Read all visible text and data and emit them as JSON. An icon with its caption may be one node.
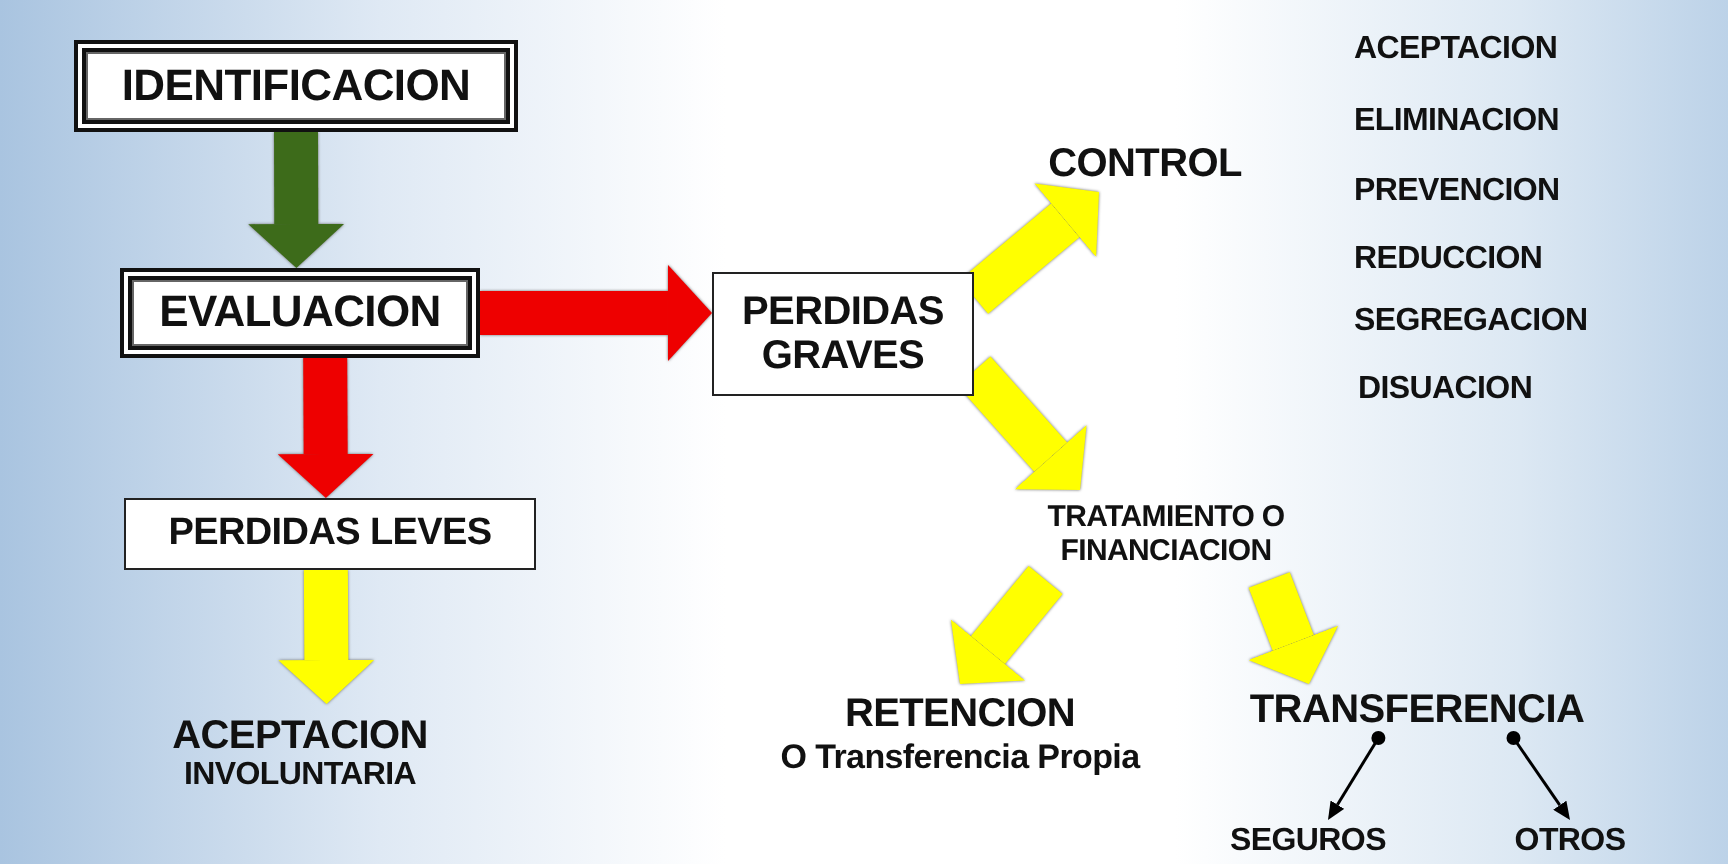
{
  "diagram": {
    "nodes": [
      {
        "text": [
          "IDENTIFICACION"
        ]
      },
      {
        "text": [
          "EVALUACION"
        ]
      },
      {
        "text": [
          "PERDIDAS LEVES"
        ]
      },
      {
        "text": [
          "ACEPTACION",
          "INVOLUNTARIA"
        ]
      },
      {
        "text": [
          "PERDIDAS GRAVES"
        ]
      },
      {
        "text": [
          "CONTROL"
        ]
      },
      {
        "text": [
          "TRATAMIENTO O FINANCIACION"
        ]
      },
      {
        "text": [
          "RETENCION",
          "O Transferencia Propia"
        ]
      },
      {
        "text": [
          "TRANSFERENCIA"
        ]
      },
      {
        "text": [
          "SEGUROS"
        ]
      },
      {
        "text": [
          "OTROS"
        ]
      }
    ],
    "edges": [
      {
        "from": 0,
        "to": 1,
        "arrow": "to",
        "color": "#3d6b1a"
      },
      {
        "from": 1,
        "to": 2,
        "arrow": "to",
        "color": "#ee0000"
      },
      {
        "from": 2,
        "to": 3,
        "arrow": "to"
      },
      {
        "from": 1,
        "to": 4,
        "arrow": "to",
        "color": "#ee0000"
      },
      {
        "from": 4,
        "to": 5,
        "arrow": "to"
      },
      {
        "from": 4,
        "to": 6,
        "arrow": "to"
      },
      {
        "from": 6,
        "to": 7,
        "arrow": "to"
      },
      {
        "from": 6,
        "to": 8,
        "arrow": "to"
      },
      {
        "from": 8,
        "to": 9,
        "arrow": "to",
        "color": "#000000"
      },
      {
        "from": 8,
        "to": 10,
        "arrow": "to",
        "color": "#000000"
      }
    ],
    "labels": [
      "ACEPTACION",
      "ELIMINACION",
      "PREVENCION",
      "REDUCCION",
      "SEGREGACION",
      "DISUACION"
    ]
  }
}
